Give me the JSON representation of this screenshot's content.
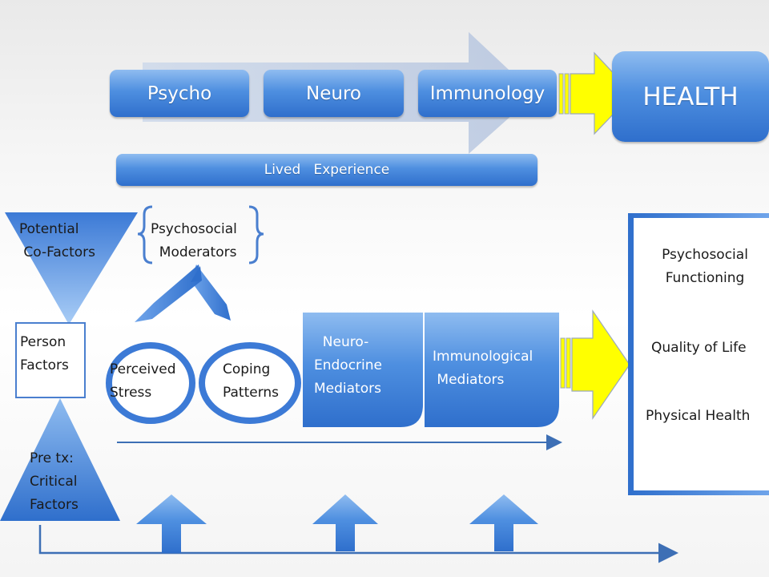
{
  "top_bar": {
    "stages": [
      "Psycho",
      "Neuro",
      "Immunology"
    ],
    "health": "HEALTH",
    "lived_experience": "Lived   Experience"
  },
  "labels": {
    "potential_cofactors": [
      "Potential",
      " Co-Factors"
    ],
    "psychosocial_moderators": [
      "Psychosocial",
      "  Moderators"
    ],
    "person_factors": [
      "Person",
      "Factors"
    ],
    "perceived_stress": [
      "Perceived",
      "Stress"
    ],
    "coping_patterns": [
      "Coping",
      "Patterns"
    ],
    "neuro_endocrine": [
      "  Neuro-",
      "Endocrine",
      "Mediators"
    ],
    "immunological": [
      "Immunological",
      " Mediators"
    ],
    "pre_tx": [
      "Pre tx:",
      "Critical",
      "Factors"
    ],
    "outcomes": {
      "psychosocial_functioning": [
        "Psychosocial",
        "Functioning"
      ],
      "quality_of_life": "Quality of Life",
      "physical_health": "Physical Health"
    }
  },
  "colors": {
    "blue_dark": "#2f6fcc",
    "blue_light": "#8fbcf0",
    "yellow_arrow": "#ffff00",
    "arrow_line": "#3d6fb5"
  }
}
